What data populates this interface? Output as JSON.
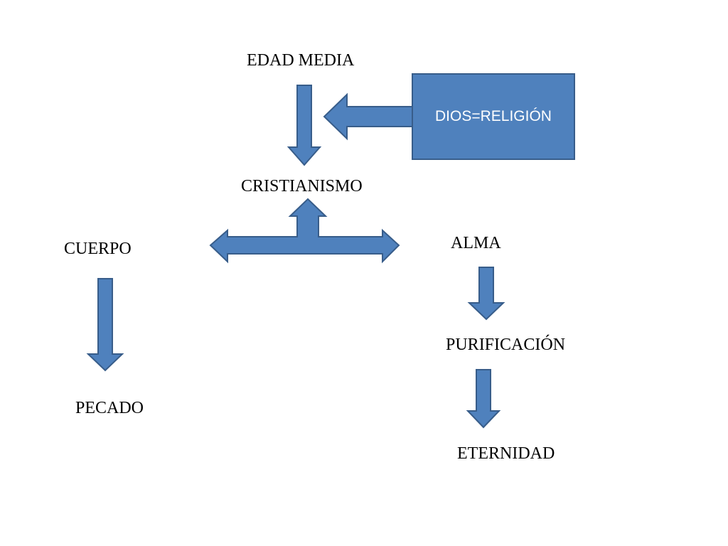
{
  "labels": {
    "edad_media": "EDAD MEDIA",
    "dios_religion": "DIOS=RELIGIÓN",
    "cristianismo": "CRISTIANISMO",
    "cuerpo": "CUERPO",
    "alma": "ALMA",
    "pecado": "PECADO",
    "purificacion": "PURIFICACIÓN",
    "eternidad": "ETERNIDAD"
  },
  "colors": {
    "shape_fill": "#4f81bd",
    "shape_stroke": "#385d8a",
    "text": "#000000",
    "box_text": "#ffffff"
  }
}
